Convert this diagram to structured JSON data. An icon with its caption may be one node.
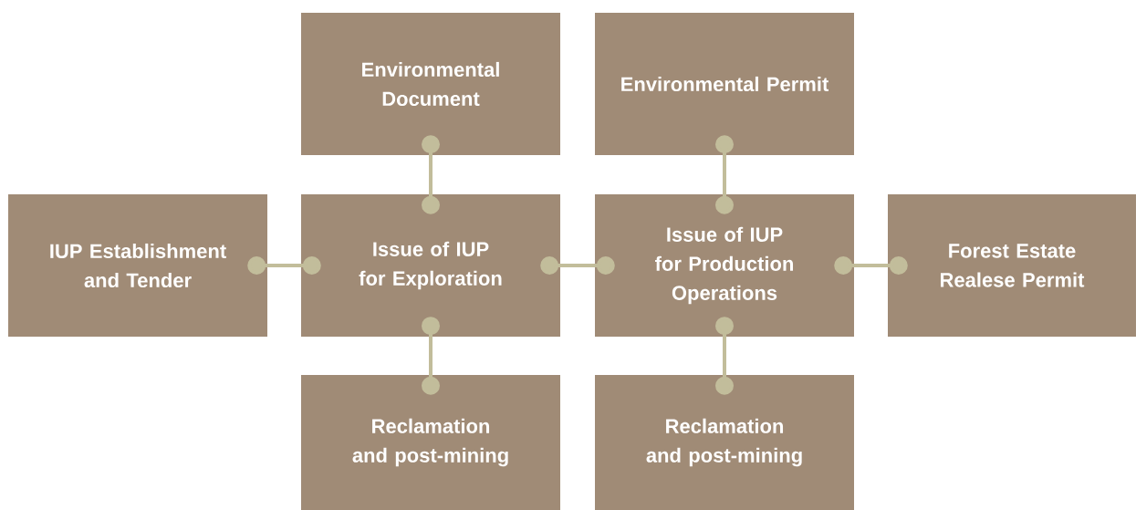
{
  "diagram": {
    "nodes": [
      {
        "text": [
          "Environmental Document"
        ]
      },
      {
        "text": [
          "Environmental Permit"
        ]
      },
      {
        "text": [
          "IUP Establishment and Tender"
        ]
      },
      {
        "text": [
          "Issue of IUP for Exploration"
        ]
      },
      {
        "text": [
          "Issue of IUP for Production Operations"
        ]
      },
      {
        "text": [
          "Forest Estate Realese Permit"
        ]
      },
      {
        "text": [
          "Reclamation and post-mining"
        ]
      },
      {
        "text": [
          "Reclamation and post-mining"
        ]
      }
    ],
    "edges": [
      {
        "from": 2,
        "to": 3,
        "arrow": "other"
      },
      {
        "from": 0,
        "to": 3,
        "arrow": "other"
      },
      {
        "from": 3,
        "to": 4,
        "arrow": "other"
      },
      {
        "from": 1,
        "to": 4,
        "arrow": "other"
      },
      {
        "from": 4,
        "to": 5,
        "arrow": "other"
      },
      {
        "from": 3,
        "to": 6,
        "arrow": "other"
      },
      {
        "from": 4,
        "to": 7,
        "arrow": "other"
      }
    ]
  }
}
